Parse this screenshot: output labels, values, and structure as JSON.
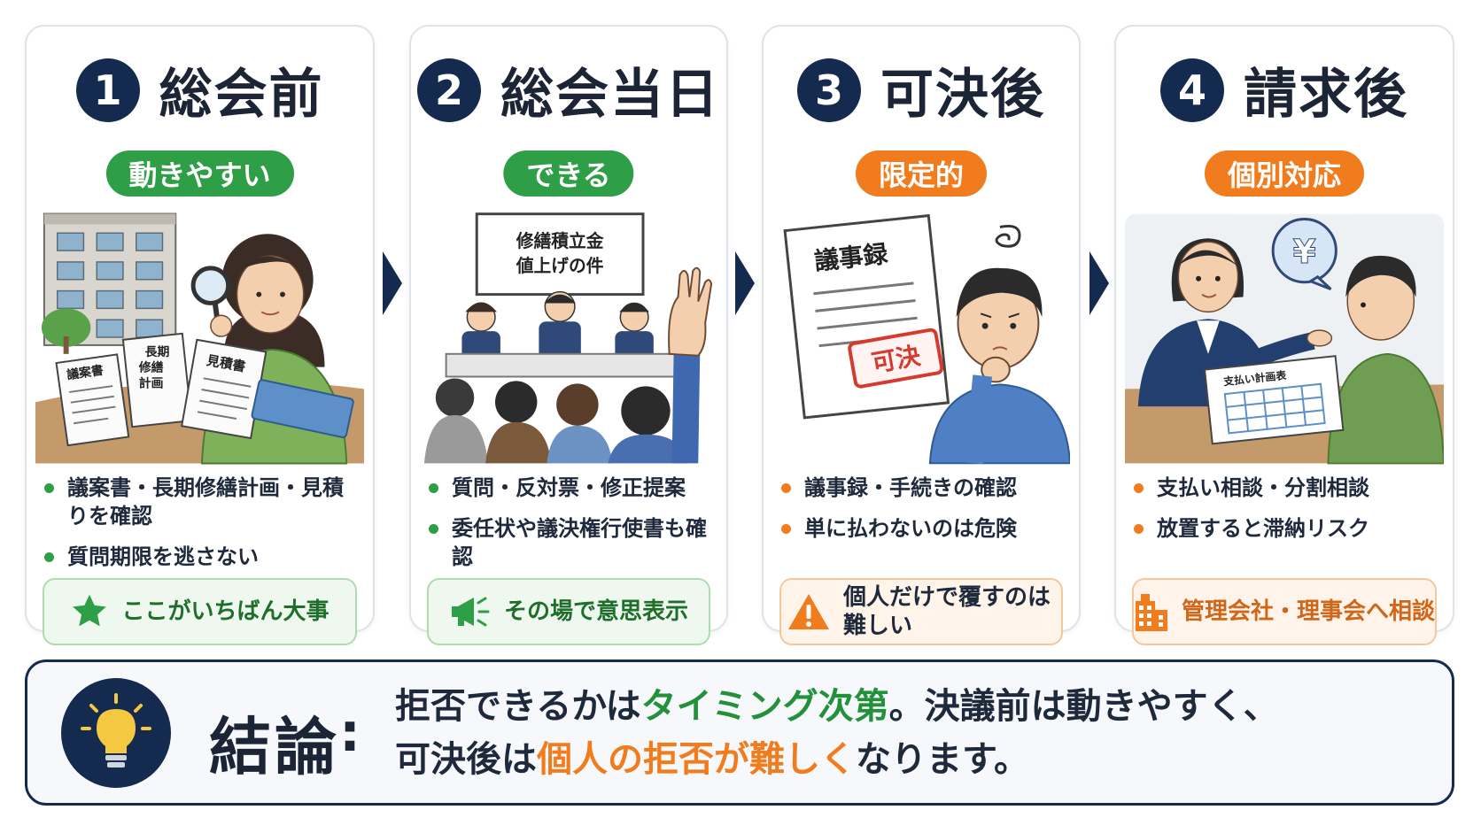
{
  "colors": {
    "navy": "#142b4f",
    "green": "#2e9e47",
    "orange": "#f07c1e",
    "text": "#1e2a3c"
  },
  "steps": [
    {
      "number": "1",
      "title": "総会前",
      "badge": "動きやすい",
      "badge_color": "green",
      "illustration_labels": [
        "議案書",
        "長期",
        "修繕",
        "計画",
        "見積書"
      ],
      "bullets": [
        "議案書・長期修繕計画・見積りを確認",
        "質問期限を逃さない"
      ],
      "callout": {
        "icon": "star-icon",
        "text": "ここがいちばん大事"
      }
    },
    {
      "number": "2",
      "title": "総会当日",
      "badge": "できる",
      "badge_color": "green",
      "illustration_labels": [
        "修繕積立金",
        "値上げの件"
      ],
      "bullets": [
        "質問・反対票・修正提案",
        "委任状や議決権行使書も確認"
      ],
      "callout": {
        "icon": "megaphone-icon",
        "text": "その場で意思表示"
      }
    },
    {
      "number": "3",
      "title": "可決後",
      "badge": "限定的",
      "badge_color": "orange",
      "illustration_labels": [
        "議事録",
        "可決"
      ],
      "bullets": [
        "議事録・手続きの確認",
        "単に払わないのは危険"
      ],
      "callout": {
        "icon": "warning-icon",
        "text": "個人だけで覆すのは難しい"
      }
    },
    {
      "number": "4",
      "title": "請求後",
      "badge": "個別対応",
      "badge_color": "orange",
      "illustration_labels": [
        "¥",
        "支払い計画表"
      ],
      "bullets": [
        "支払い相談・分割相談",
        "放置すると滞納リスク"
      ],
      "callout": {
        "icon": "building-icon",
        "text": "管理会社・理事会へ相談"
      }
    }
  ],
  "conclusion": {
    "label": "結論",
    "colon": ":",
    "line1_pre": "拒否できるかは",
    "line1_hl": "タイミング次第",
    "line1_post": "。決議前は動きやすく、",
    "line2_pre": "可決後は",
    "line2_hl": "個人の拒否が難しく",
    "line2_post": "なります。"
  }
}
